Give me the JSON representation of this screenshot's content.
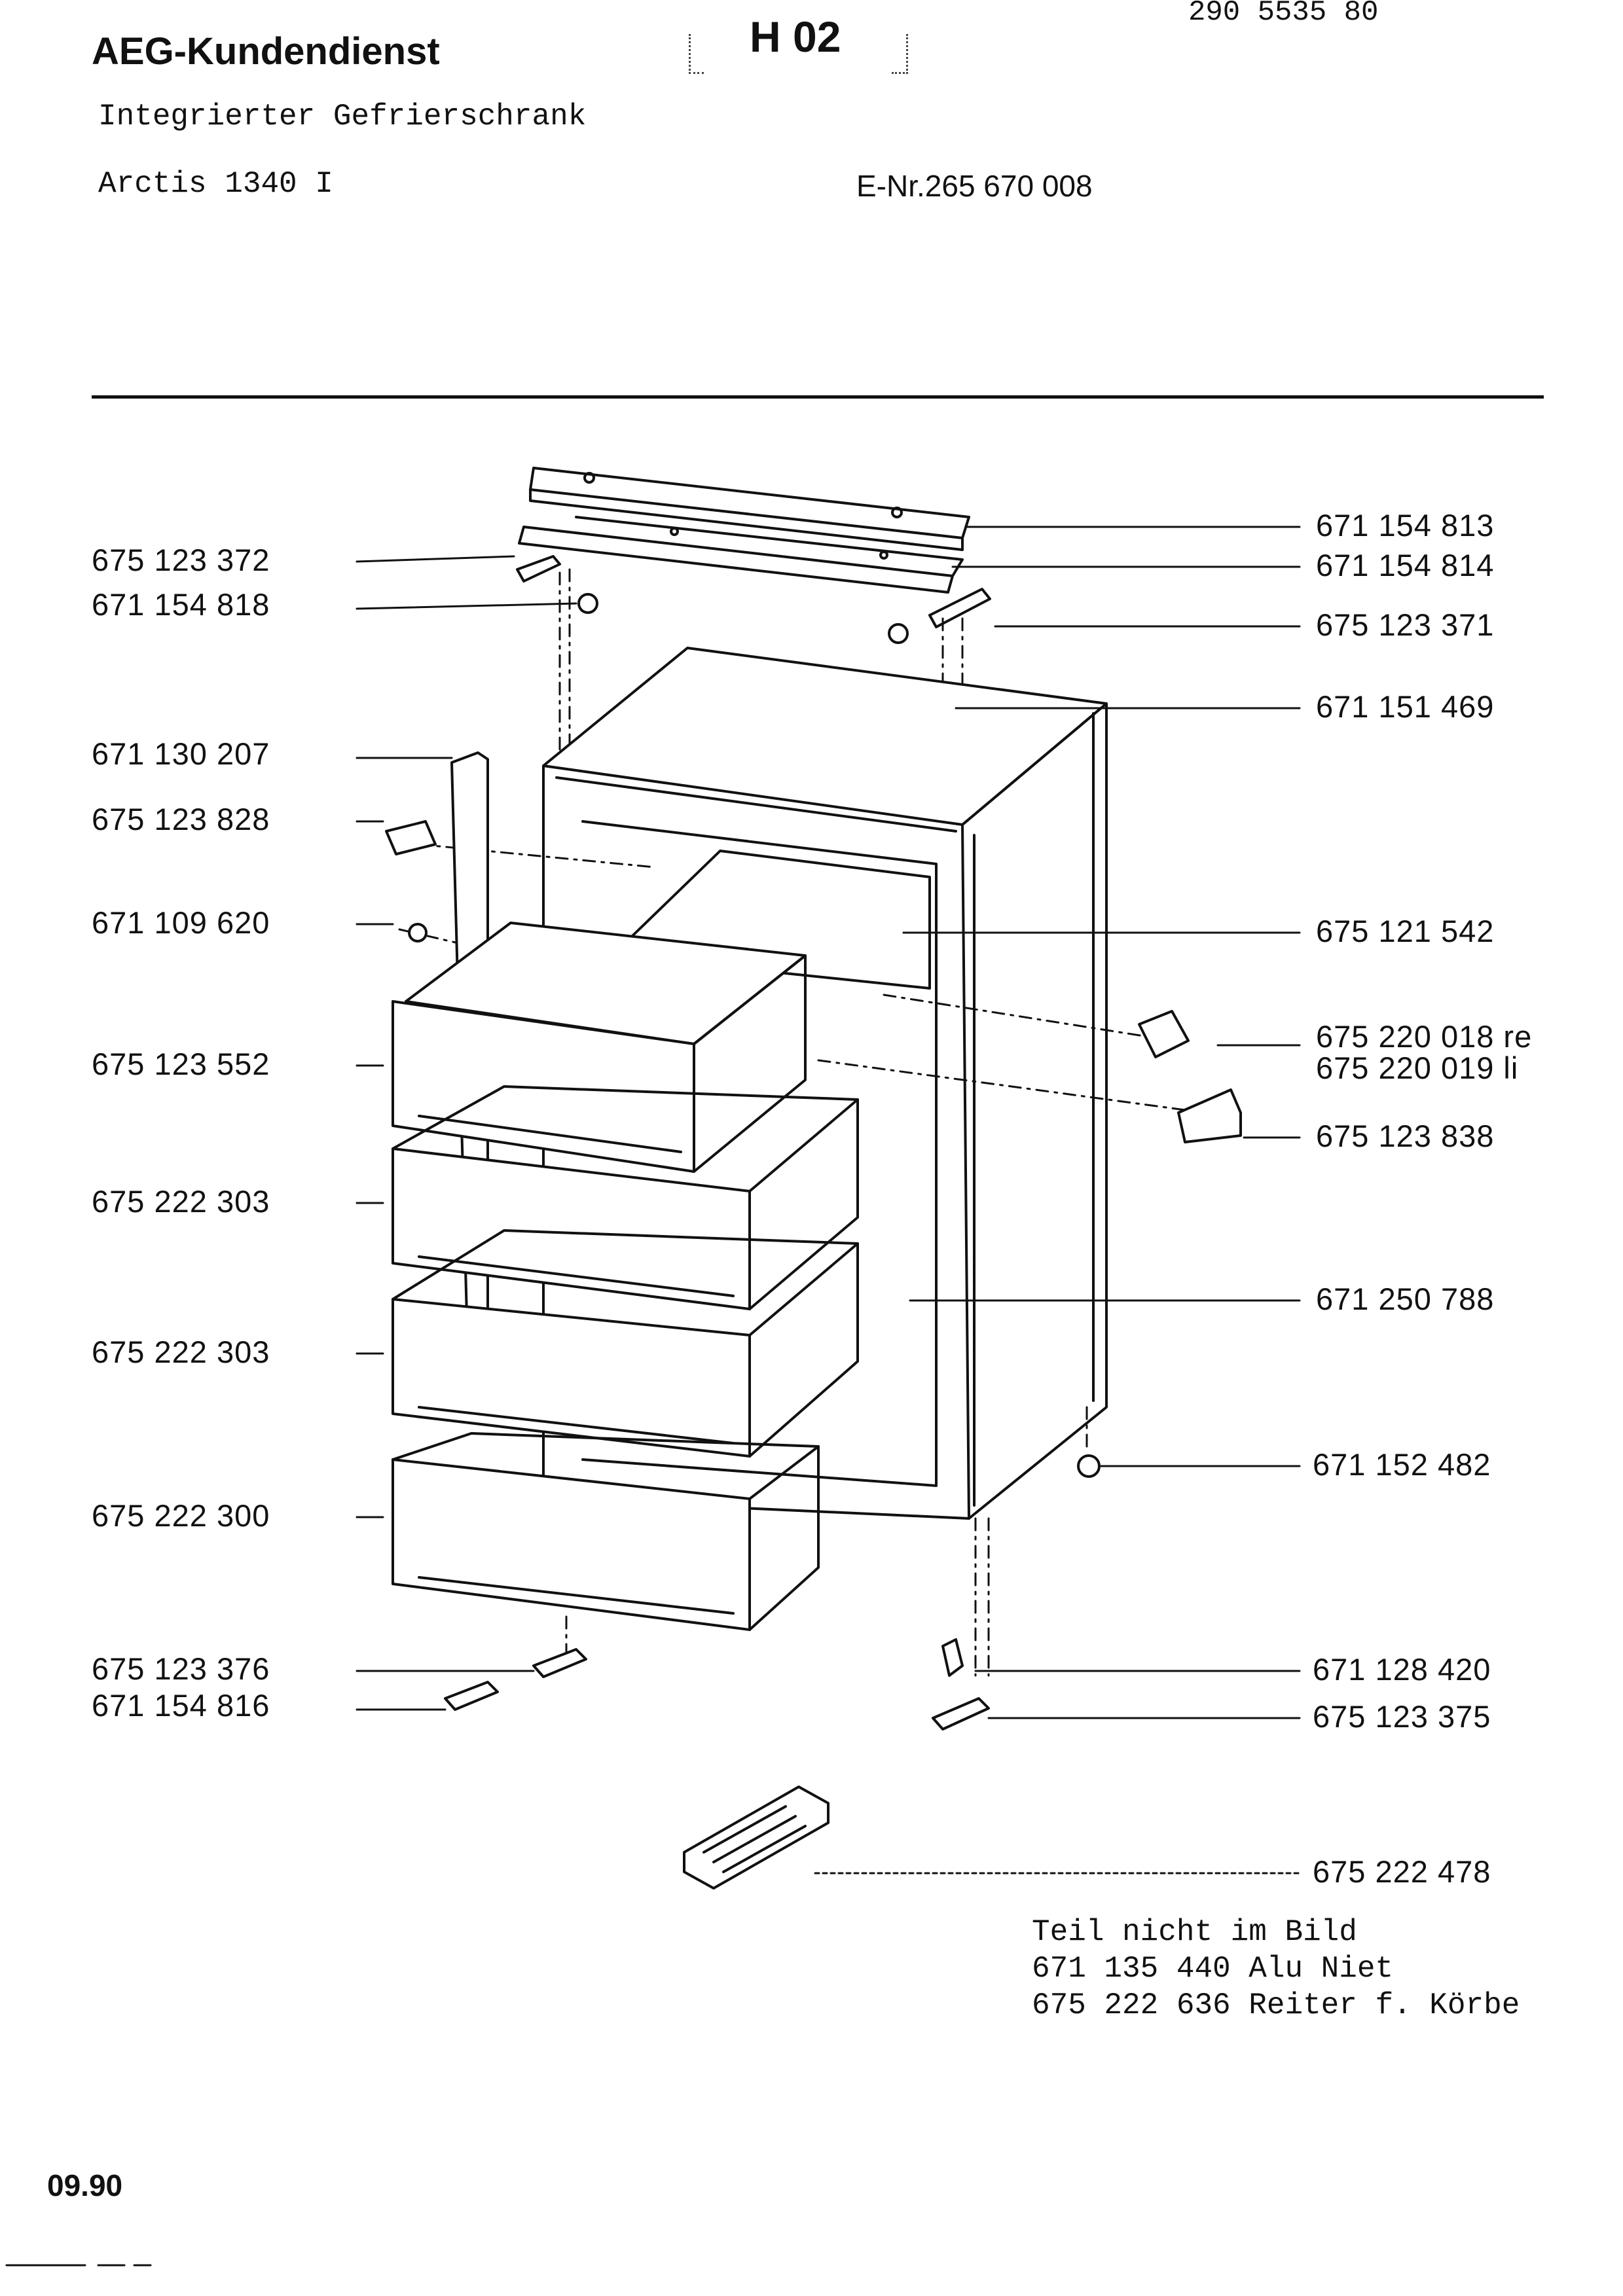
{
  "header": {
    "brand": "AEG-Kundendienst",
    "doc_code": "H 02",
    "doc_number": "290 5535 80",
    "product_type": "Integrierter Gefrierschrank",
    "model": "Arctis 1340 I",
    "e_nr": "E-Nr.265 670 008"
  },
  "left_labels": [
    "675 123 372",
    "671 154 818",
    "671 130 207",
    "675 123 828",
    "671 109 620",
    "675 123 552",
    "675 222 303",
    "675 222 303",
    "675 222 300",
    "675 123 376",
    "671 154 816"
  ],
  "right_labels": [
    "671 154 813",
    "671 154 814",
    "675 123 371",
    "671 151 469",
    "675 121 542",
    "675 220 018 re",
    "675 220 019 li",
    "675 123 838",
    "671 250 788",
    "671 152 482",
    "671 128 420",
    "675 123 375",
    "675 222 478"
  ],
  "notes": {
    "heading": "Teil nicht im Bild",
    "line1": "671 135 440 Alu Niet",
    "line2": "675 222 636 Reiter f. Körbe"
  },
  "footer": {
    "date": "09.90"
  }
}
